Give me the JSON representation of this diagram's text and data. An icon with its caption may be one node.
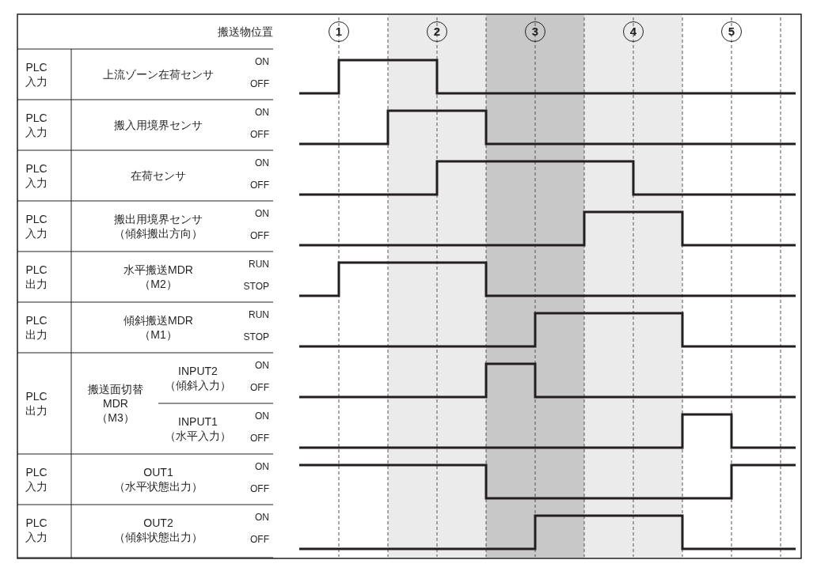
{
  "diagram": {
    "labels": [
      "搬送物位置",
      "1",
      "2",
      "3",
      "4",
      "5",
      "PLC入力",
      "上流ゾーン在荷センサ",
      "ON",
      "OFF",
      "PLC入力",
      "搬入用境界センサ",
      "ON",
      "OFF",
      "PLC入力",
      "在荷センサ",
      "ON",
      "OFF",
      "PLC入力",
      "搬出用境界センサ（傾斜搬出方向）",
      "ON",
      "OFF",
      "PLC出力",
      "水平搬送MDR（M2）",
      "RUN",
      "STOP",
      "PLC出力",
      "傾斜搬送MDR（M1）",
      "RUN",
      "STOP",
      "PLC出力",
      "搬送面切替MDR（M3）",
      "INPUT2（傾斜入力）",
      "ON",
      "OFF",
      "INPUT1（水平入力）",
      "ON",
      "OFF",
      "PLC入力",
      "OUT1（水平状態出力）",
      "ON",
      "OFF",
      "PLC入力",
      "OUT2（傾斜状態出力）",
      "ON",
      "OFF"
    ]
  }
}
